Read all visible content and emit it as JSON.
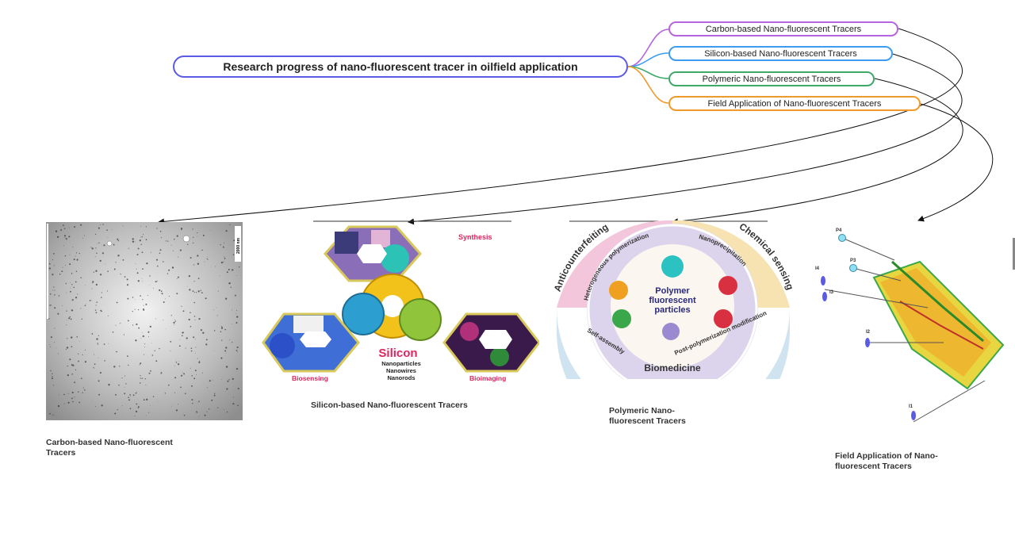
{
  "mindmap": {
    "root": "Research progress of nano-fluorescent tracer in oilfield application",
    "branches": [
      {
        "label": "Carbon-based Nano-fluorescent Tracers",
        "color": "#b565e0"
      },
      {
        "label": "Silicon-based Nano-fluorescent Tracers",
        "color": "#3d9cf0"
      },
      {
        "label": "Polymeric Nano-fluorescent Tracers",
        "color": "#3fa96a"
      },
      {
        "label": "Field Application of Nano-fluorescent Tracers",
        "color": "#f09a2a"
      }
    ]
  },
  "captions": {
    "carbon_line1": "Carbon-based Nano-fluorescent",
    "carbon_line2": "Tracers",
    "silicon": "Silicon-based Nano-fluorescent Tracers",
    "polymer_line1": "Polymeric Nano-",
    "polymer_line2": "fluorescent Tracers",
    "field_line1": "Field Application of Nano-",
    "field_line2": "fluorescent Tracers"
  },
  "carbon_panel": {
    "scale_label": "2000 nm"
  },
  "silicon_panel": {
    "synthesis": "Synthesis",
    "center_title": "Silicon",
    "center_items": [
      "Nanoparticles",
      "Nanowires",
      "Nanorods"
    ],
    "biosensing": "Biosensing",
    "bioimaging": "Bioimaging"
  },
  "polymer_panel": {
    "center_lines": [
      "Polymer",
      "fluorescent",
      "particles"
    ],
    "outer": [
      "Anticounterfeiting",
      "Chemical sensing",
      "Biomedicine"
    ],
    "inner": [
      "Heterogeneous polymerization",
      "Nanoprecipitation",
      "Self-assembly",
      "Post-polymerization modification"
    ]
  },
  "field_panel": {
    "wells": [
      "P4",
      "P3",
      "I4",
      "I3",
      "I2",
      "I1"
    ]
  },
  "colors": {
    "root_border": "#5a5ae6",
    "connector": "#111111"
  }
}
